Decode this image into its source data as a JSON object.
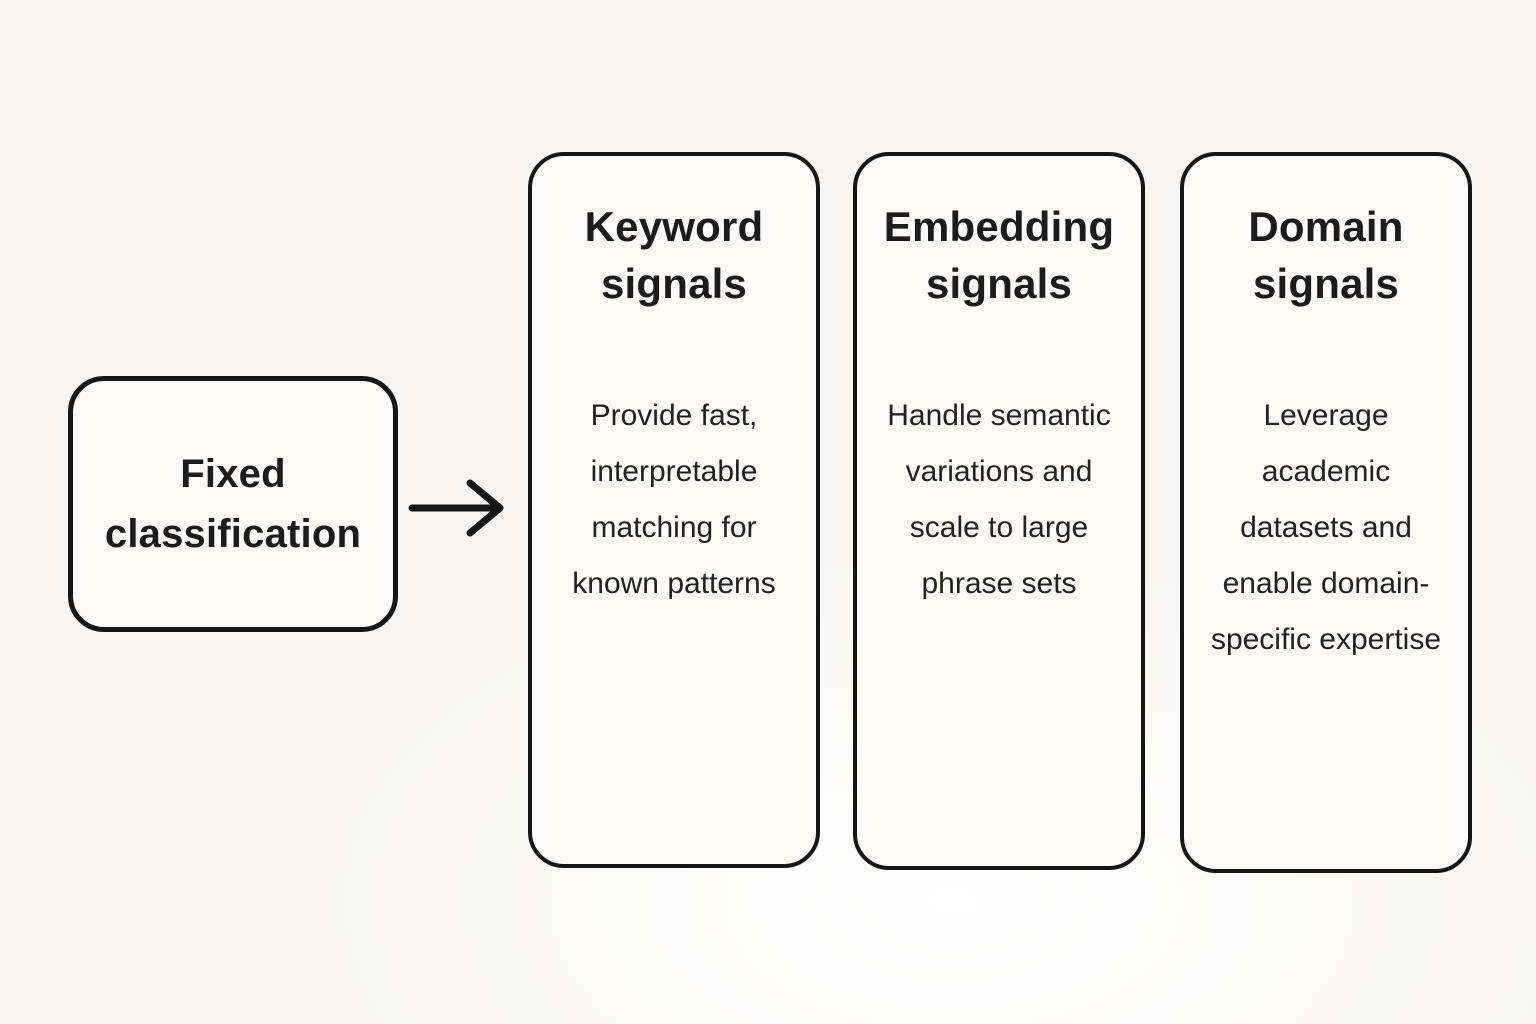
{
  "diagram": {
    "source_box": {
      "label": "Fixed classification"
    },
    "arrow": {
      "icon": "arrow-right-icon",
      "direction": "right"
    },
    "cards": [
      {
        "title": "Keyword signals",
        "body": "Provide fast, interpretable matching for known patterns"
      },
      {
        "title": "Embedding signals",
        "body": "Handle semantic variations and scale to large phrase sets"
      },
      {
        "title": "Domain signals",
        "body": "Leverage academic datasets and enable domain-specific expertise"
      }
    ],
    "colors": {
      "background": "#f6f5f3",
      "card_background": "#fbfaf9",
      "border": "#161616",
      "text": "#1c1c1c"
    }
  }
}
